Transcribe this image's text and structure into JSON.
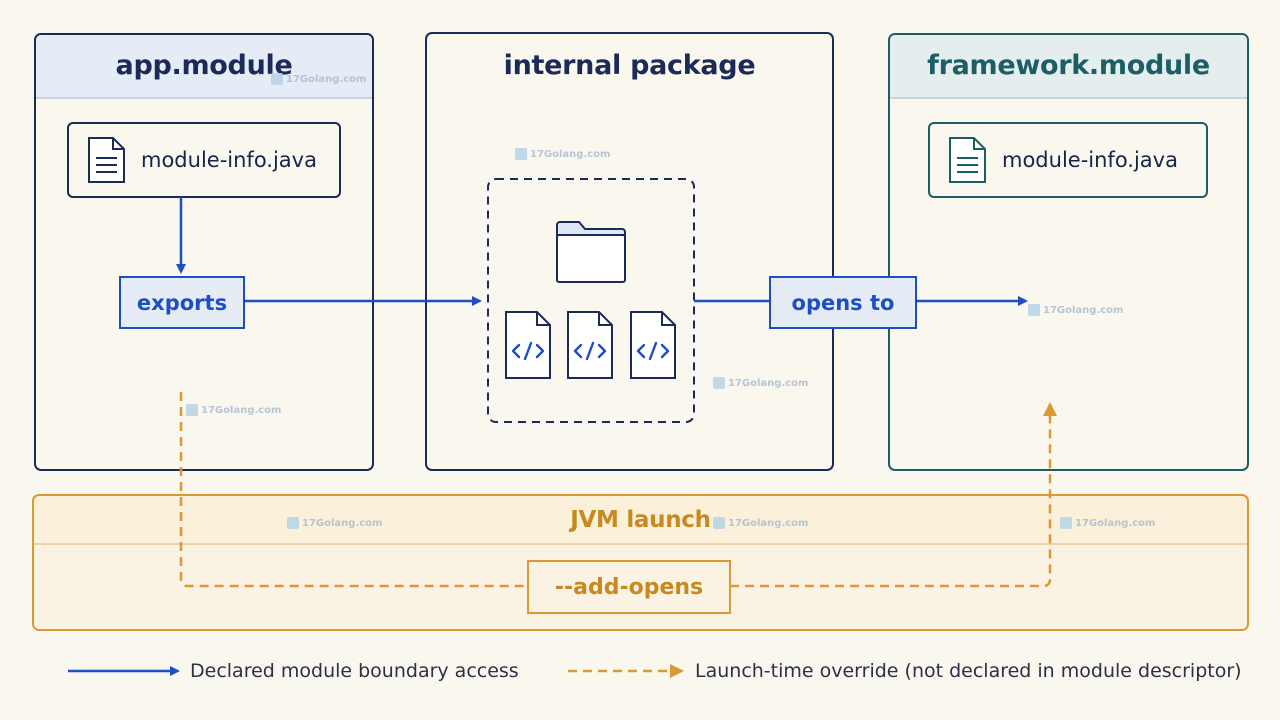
{
  "panels": {
    "app": {
      "title": "app.module",
      "file": "module-info.java",
      "tag": "exports"
    },
    "internal": {
      "title": "internal package"
    },
    "framework": {
      "title": "framework.module",
      "file": "module-info.java",
      "tag": "opens to"
    }
  },
  "jvm": {
    "title": "JVM launch",
    "tag": "--add-opens"
  },
  "legend": {
    "solid": "Declared module boundary access",
    "dashed": "Launch-time override (not declared in module descriptor)"
  },
  "watermark": "17Golang.com",
  "icons": {
    "descriptor": "document-icon",
    "package": "folder-icon",
    "source": "code-file-icon"
  },
  "colors": {
    "navy": "#1b2a57",
    "blue": "#1d4fc4",
    "teal": "#1d5d66",
    "gold": "#d89a35",
    "panel_header_blue": "#e6ecf6",
    "panel_header_teal": "#e4eeee",
    "jvm_fill": "#fbf0d9"
  }
}
